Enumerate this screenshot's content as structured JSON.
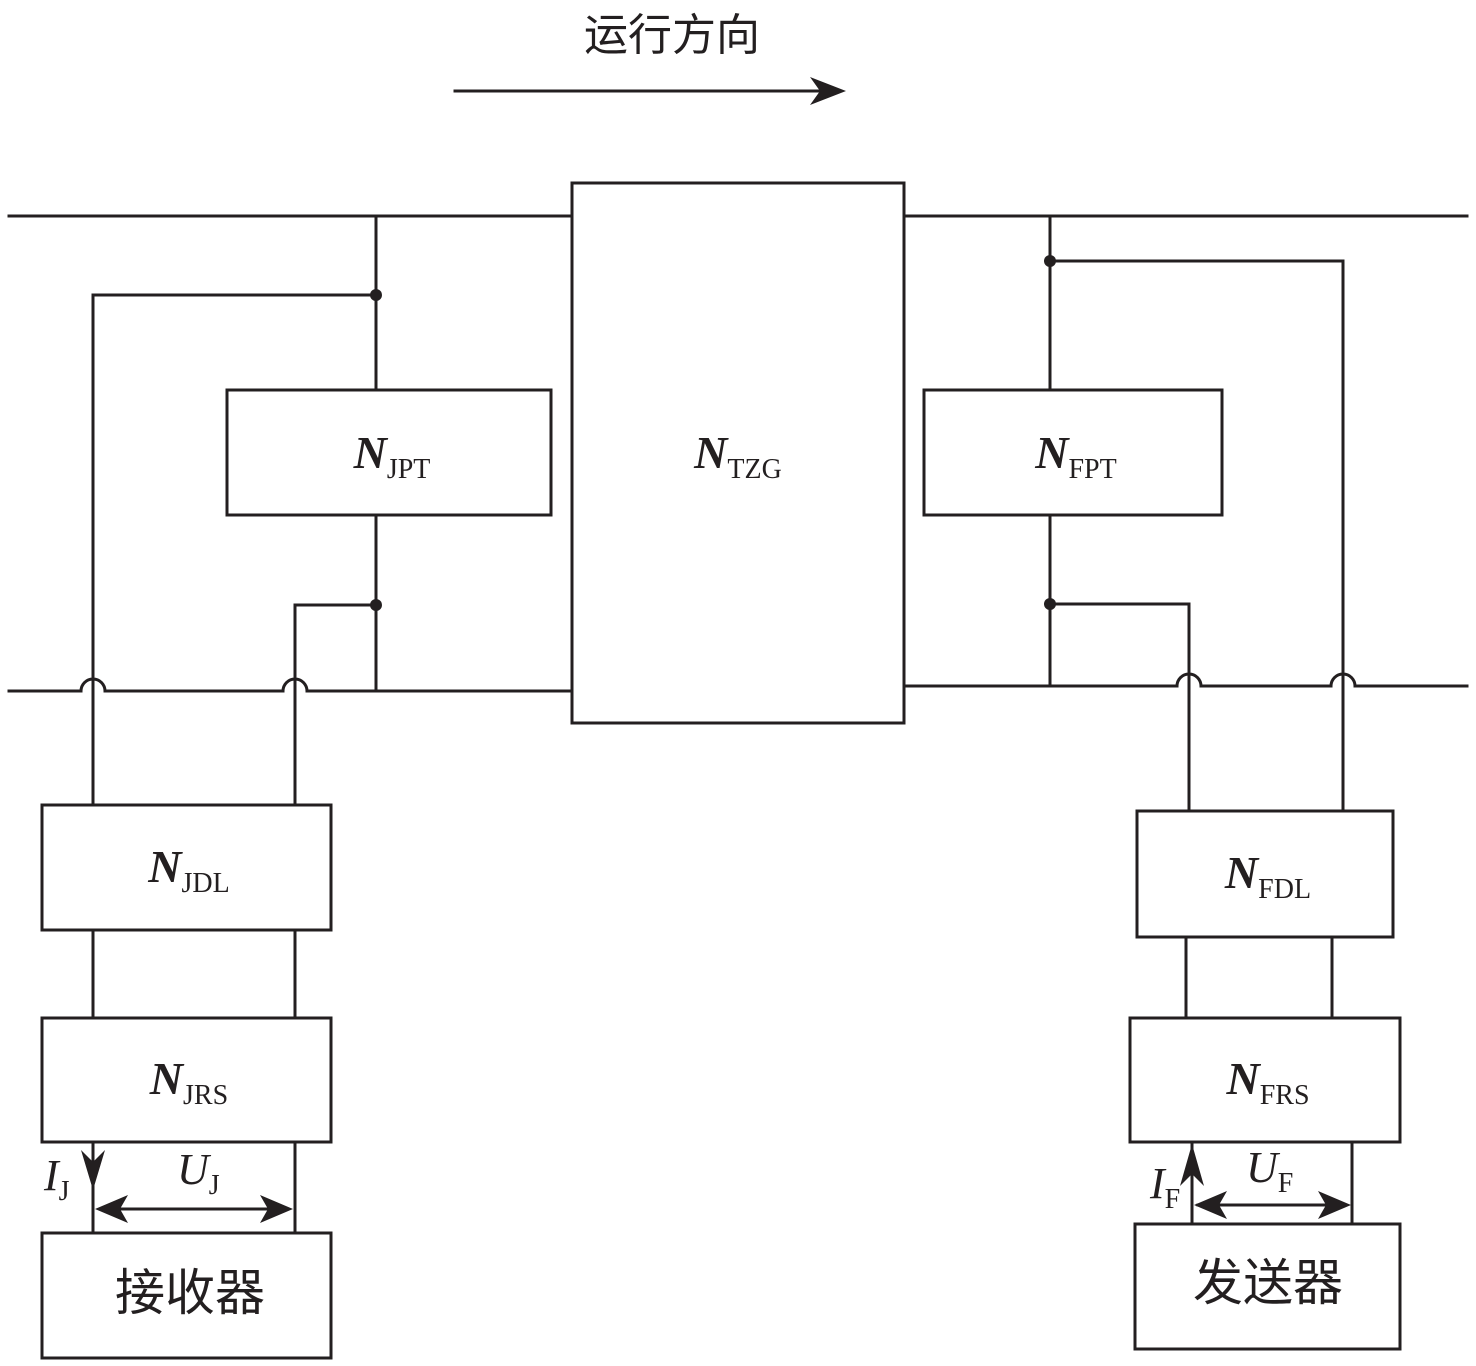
{
  "diagram": {
    "direction_label": "运行方向",
    "blocks": {
      "tzg": {
        "main": "N",
        "sub": "TZG"
      },
      "jpt": {
        "main": "N",
        "sub": "JPT"
      },
      "fpt": {
        "main": "N",
        "sub": "FPT"
      },
      "jdl": {
        "main": "N",
        "sub": "JDL"
      },
      "jrs": {
        "main": "N",
        "sub": "JRS"
      },
      "fdl": {
        "main": "N",
        "sub": "FDL"
      },
      "frs": {
        "main": "N",
        "sub": "FRS"
      },
      "receiver": {
        "label": "接收器"
      },
      "transmitter": {
        "label": "发送器"
      }
    },
    "quantities": {
      "receiver_current": {
        "main": "I",
        "sub": "J"
      },
      "receiver_voltage": {
        "main": "U",
        "sub": "J"
      },
      "transmitter_current": {
        "main": "I",
        "sub": "F"
      },
      "transmitter_voltage": {
        "main": "U",
        "sub": "F"
      }
    }
  }
}
